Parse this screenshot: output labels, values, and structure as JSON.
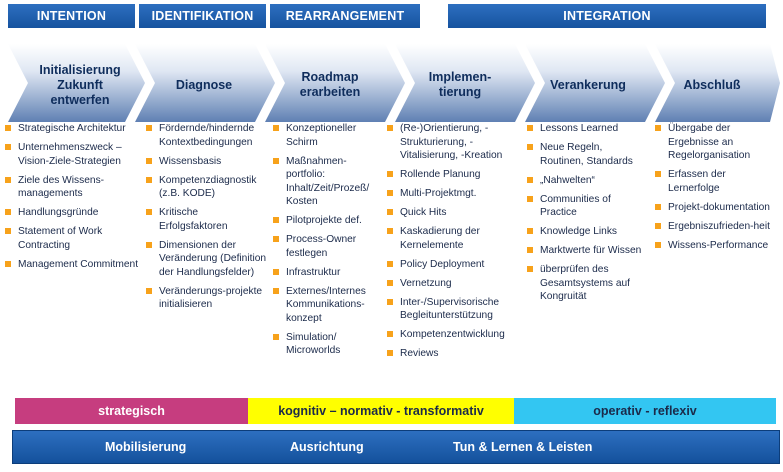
{
  "phases": [
    "INTENTION",
    "IDENTIFIKATION",
    "REARRANGEMENT",
    "INTEGRATION"
  ],
  "steps": [
    {
      "label": "Initialisierung\nZukunft\nentwerfen",
      "items": [
        "Strategische Architektur",
        "Unternehmenszweck – Vision-Ziele-Strategien",
        "Ziele des Wissens-managements",
        "Handlungsgründe",
        "Statement of Work Contracting",
        "Management Commitment"
      ]
    },
    {
      "label": "Diagnose",
      "items": [
        "Fördernde/hindernde Kontextbedingungen",
        "Wissensbasis",
        "Kompetenzdiagnostik (z.B. KODE)",
        "Kritische Erfolgsfaktoren",
        "Dimensionen der Veränderung (Definition der Handlungsfelder)",
        "Veränderungs-projekte initialisieren"
      ]
    },
    {
      "label": "Roadmap\nerarbeiten",
      "items": [
        "Konzeptioneller Schirm",
        "Maßnahmen-portfolio: Inhalt/Zeit/Prozeß/ Kosten",
        "Pilotprojekte def.",
        "Process-Owner festlegen",
        "Infrastruktur",
        "Externes/Internes Kommunikations-konzept",
        "Simulation/ Microworlds"
      ]
    },
    {
      "label": "Implemen-\ntierung",
      "items": [
        "(Re-)Orientierung, -Strukturierung, -Vitalisierung, -Kreation",
        "Rollende Planung",
        "Multi-Projektmgt.",
        "Quick Hits",
        "Kaskadierung der Kernelemente",
        "Policy Deployment",
        "Vernetzung",
        "Inter-/Supervisorische Begleitunterstützung",
        "Kompetenzentwicklung",
        "Reviews"
      ]
    },
    {
      "label": "Verankerung",
      "items": [
        "Lessons Learned",
        "Neue Regeln, Routinen, Standards",
        "„Nahwelten“",
        "Communities of Practice",
        "Knowledge Links",
        "Marktwerte für Wissen",
        "überprüfen des Gesamtsystems auf Kongruität"
      ]
    },
    {
      "label": "Abschluß",
      "items": [
        "Übergabe der Ergebnisse an Regelorganisation",
        "Erfassen der Lernerfolge",
        "Projekt-dokumentation",
        "Ergebniszufrieden-heit",
        "Wissens-Performance"
      ]
    }
  ],
  "bands": [
    "strategisch",
    "kognitiv – normativ - transformativ",
    "operativ - reflexiv"
  ],
  "bottom": [
    "Mobilisierung",
    "Ausrichtung",
    "Tun & Lernen & Leisten"
  ],
  "colors": {
    "primary_blue": "#1a5fb4",
    "bullet": "#f7a21b",
    "magenta": "#c63d7f",
    "yellow": "#ffff00",
    "cyan": "#33c6f2"
  }
}
